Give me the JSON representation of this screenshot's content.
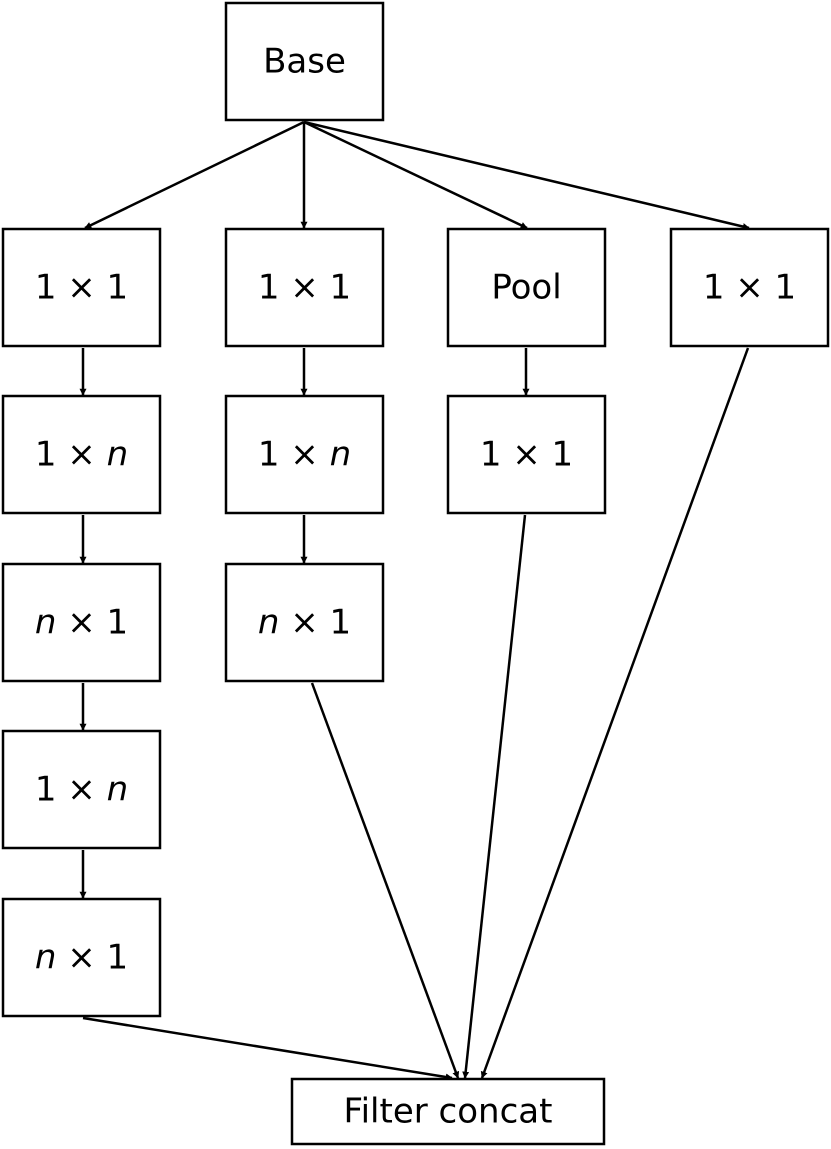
{
  "nodes": {
    "base": {
      "parts": [
        {
          "t": "Base"
        }
      ]
    },
    "b1_1x1": {
      "parts": [
        {
          "t": "1 × 1"
        }
      ]
    },
    "b1_1xn_a": {
      "parts": [
        {
          "t": "1 × "
        },
        {
          "t": "n",
          "i": true
        }
      ]
    },
    "b1_nx1_a": {
      "parts": [
        {
          "t": "n",
          "i": true
        },
        {
          "t": " × 1"
        }
      ]
    },
    "b1_1xn_b": {
      "parts": [
        {
          "t": "1 × "
        },
        {
          "t": "n",
          "i": true
        }
      ]
    },
    "b1_nx1_b": {
      "parts": [
        {
          "t": "n",
          "i": true
        },
        {
          "t": " × 1"
        }
      ]
    },
    "b2_1x1": {
      "parts": [
        {
          "t": "1 × 1"
        }
      ]
    },
    "b2_1xn": {
      "parts": [
        {
          "t": "1 × "
        },
        {
          "t": "n",
          "i": true
        }
      ]
    },
    "b2_nx1": {
      "parts": [
        {
          "t": "n",
          "i": true
        },
        {
          "t": " × 1"
        }
      ]
    },
    "b3_pool": {
      "parts": [
        {
          "t": "Pool"
        }
      ]
    },
    "b3_1x1": {
      "parts": [
        {
          "t": "1 × 1"
        }
      ]
    },
    "b4_1x1": {
      "parts": [
        {
          "t": "1 × 1"
        }
      ]
    },
    "concat": {
      "parts": [
        {
          "t": "Filter concat"
        }
      ]
    }
  },
  "edges": [
    [
      "base",
      "b1_1x1"
    ],
    [
      "base",
      "b2_1x1"
    ],
    [
      "base",
      "b3_pool"
    ],
    [
      "base",
      "b4_1x1"
    ],
    [
      "b1_1x1",
      "b1_1xn_a"
    ],
    [
      "b1_1xn_a",
      "b1_nx1_a"
    ],
    [
      "b1_nx1_a",
      "b1_1xn_b"
    ],
    [
      "b1_1xn_b",
      "b1_nx1_b"
    ],
    [
      "b2_1x1",
      "b2_1xn"
    ],
    [
      "b2_1xn",
      "b2_nx1"
    ],
    [
      "b3_pool",
      "b3_1x1"
    ],
    [
      "b1_nx1_b",
      "concat"
    ],
    [
      "b2_nx1",
      "concat"
    ],
    [
      "b3_1x1",
      "concat"
    ],
    [
      "b4_1x1",
      "concat"
    ]
  ],
  "colors": {
    "stroke": "#000000",
    "fill": "#ffffff"
  }
}
